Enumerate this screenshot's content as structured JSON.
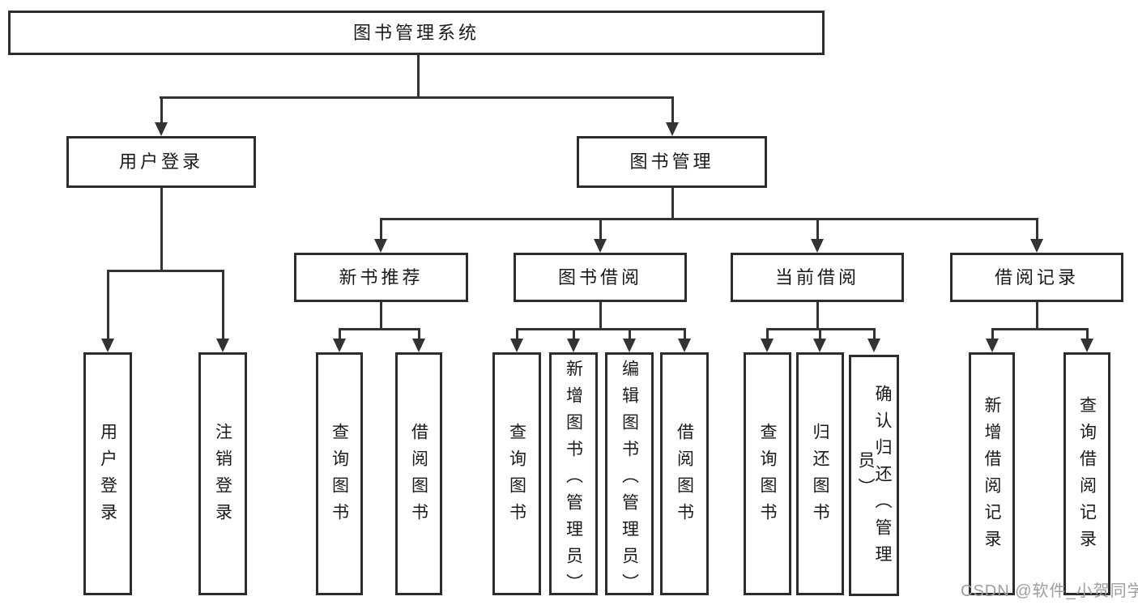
{
  "diagram": {
    "title": "图书管理系统",
    "level2": [
      {
        "label": "用户登录"
      },
      {
        "label": "图书管理"
      }
    ],
    "level3": [
      {
        "label": "新书推荐"
      },
      {
        "label": "图书借阅"
      },
      {
        "label": "当前借阅"
      },
      {
        "label": "借阅记录"
      }
    ],
    "leaves": {
      "user": [
        "用户登录",
        "注销登录"
      ],
      "new_books": [
        "查询图书",
        "借阅图书"
      ],
      "borrowing": [
        "查询图书",
        "新增图书（管理员）",
        "编辑图书（管理员）",
        "借阅图书"
      ],
      "current": [
        "查询图书",
        "归还图书",
        "确认归还（管理员）"
      ],
      "records": [
        "新增借阅记录",
        "查询借阅记录"
      ]
    },
    "watermark": "CSDN @软件_小贺同学",
    "colors": {
      "line": "#333333",
      "border": "#2d2d2d",
      "text": "#1a1a1a",
      "background": "#ffffff",
      "watermark": "#9e9e9e"
    }
  }
}
